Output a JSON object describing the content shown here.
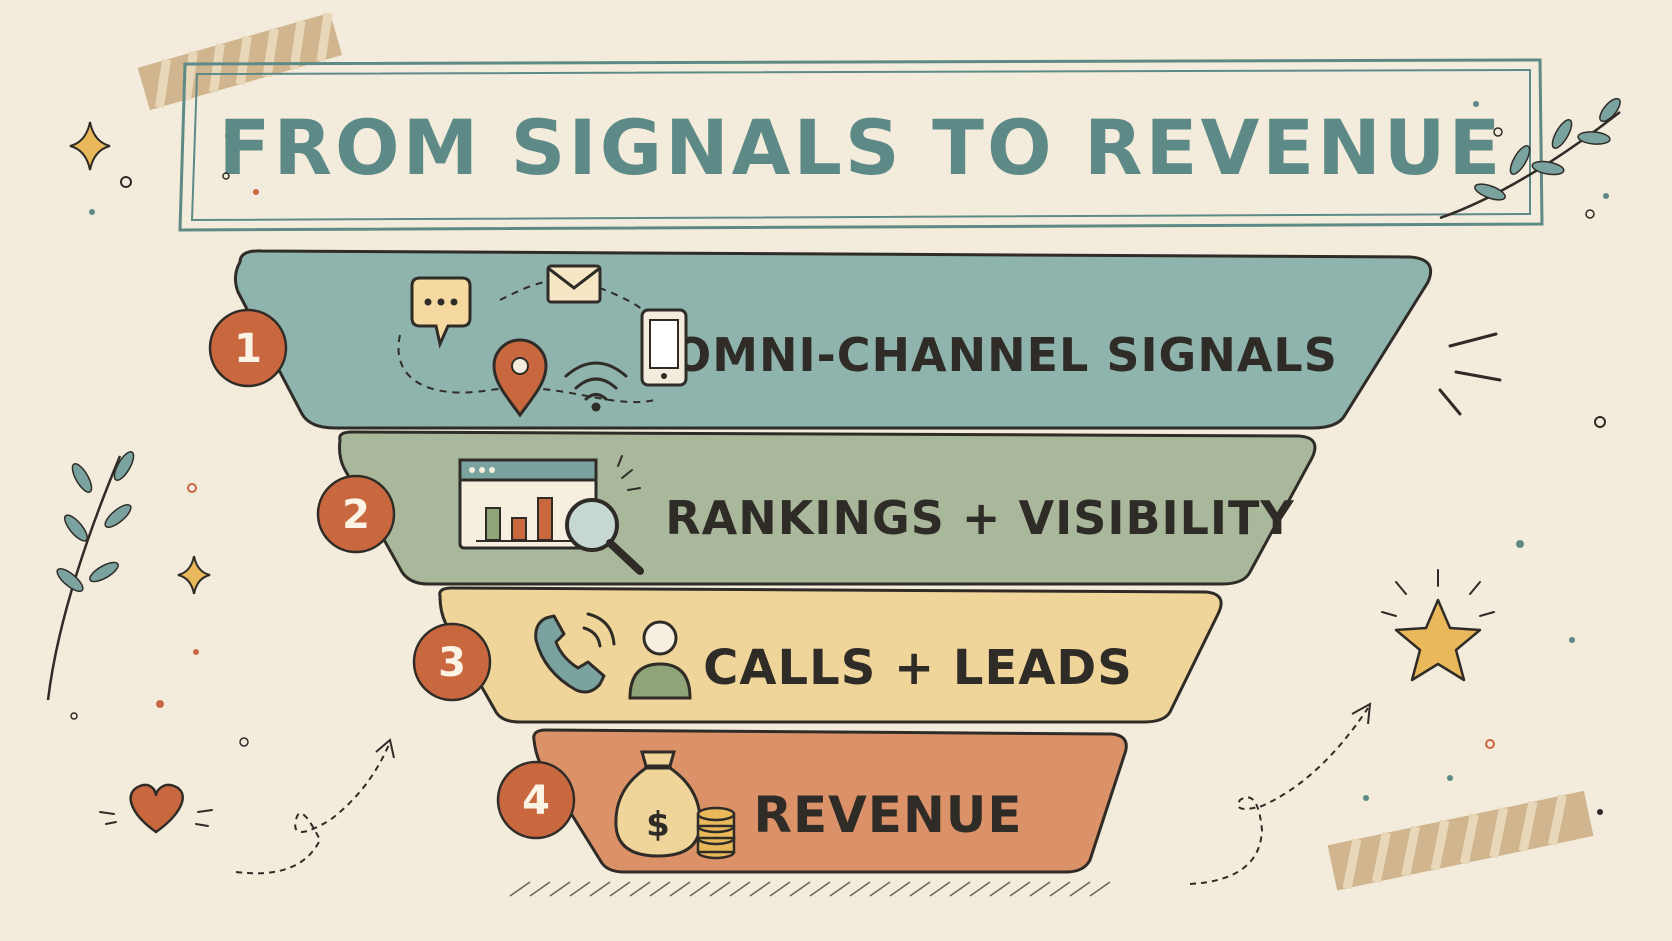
{
  "title": "FROM SIGNALS TO REVENUE",
  "colors": {
    "background": "#f3ecdc",
    "ink": "#2f2c28",
    "title": "#5d8a86",
    "badge": "#c9673f",
    "tape": "#c9ab80"
  },
  "stages": [
    {
      "number": "1",
      "label": "OMNI-CHANNEL SIGNALS",
      "color": "#8fb3ad",
      "icons": [
        "chat-bubble-icon",
        "envelope-icon",
        "map-pin-icon",
        "wifi-icon",
        "smartphone-icon"
      ]
    },
    {
      "number": "2",
      "label": "RANKINGS + VISIBILITY",
      "color": "#a9b89a",
      "icons": [
        "browser-chart-icon",
        "magnifier-icon"
      ]
    },
    {
      "number": "3",
      "label": "CALLS + LEADS",
      "color": "#f0d59a",
      "icons": [
        "phone-icon",
        "person-icon"
      ]
    },
    {
      "number": "4",
      "label": "REVENUE",
      "color": "#dc9268",
      "icons": [
        "money-bag-icon",
        "coin-stack-icon"
      ]
    }
  ]
}
